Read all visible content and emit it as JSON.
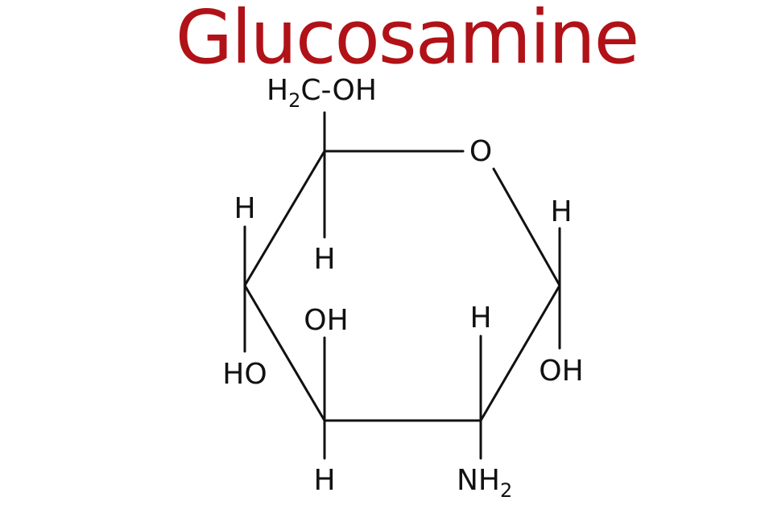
{
  "title": "Glucosamine",
  "colors": {
    "title": "#b01218",
    "amine": "#1e8a55",
    "bond": "#111111",
    "text": "#111111"
  },
  "labels": {
    "ch2oh_main": "H",
    "ch2oh_sub": "2",
    "ch2oh_rest": "C-OH",
    "ring_oxygen": "O",
    "c1_h": "H",
    "c1_oh": "OH",
    "c2_h": "H",
    "c2_nh_main": "NH",
    "c2_nh_sub": "2",
    "c3_oh": "OH",
    "c3_h": "H",
    "c4_h": "H",
    "c4_ho": "HO",
    "c5_h": "H"
  }
}
